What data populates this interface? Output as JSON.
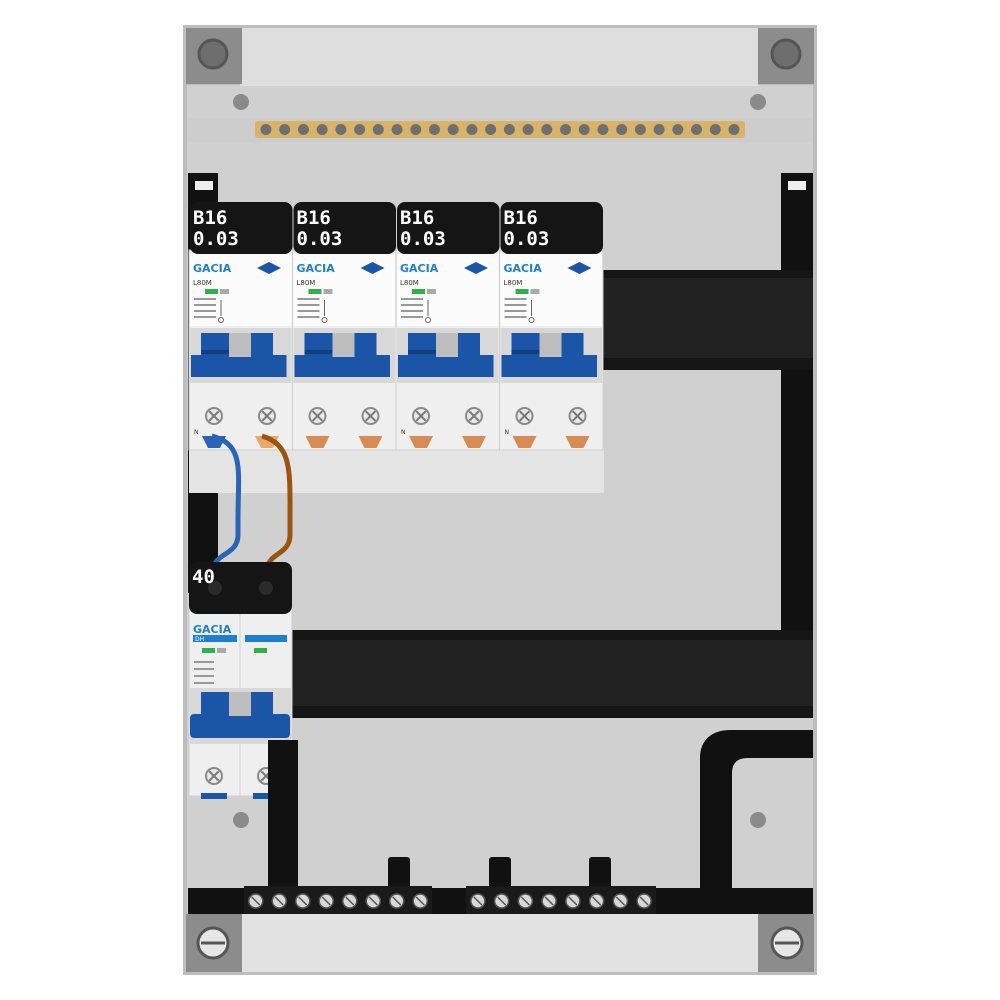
{
  "colors": {
    "enclosure": "#d2d2d2",
    "rail": "#111111",
    "brass": "#d7b46a",
    "breaker_blue": "#1b55a8",
    "wire_blue": "#2a64b8",
    "wire_brown": "#9a5412",
    "copper": "#d98b55",
    "indicator_green": "#2fb14a"
  },
  "rcbos": [
    {
      "rating": "B16",
      "sensitivity": "0.03",
      "brand": "GACIA",
      "model": "L80M",
      "neutral_mark": "N"
    },
    {
      "rating": "B16",
      "sensitivity": "0.03",
      "brand": "GACIA",
      "model": "L80M",
      "neutral_mark": ""
    },
    {
      "rating": "B16",
      "sensitivity": "0.03",
      "brand": "GACIA",
      "model": "L80M",
      "neutral_mark": "N"
    },
    {
      "rating": "B16",
      "sensitivity": "0.03",
      "brand": "GACIA",
      "model": "L80M",
      "neutral_mark": "N"
    }
  ],
  "main_switch": {
    "rating": "40",
    "brand": "GACIA",
    "model": "DH"
  },
  "bottom_terminals_per_group": 8,
  "top_bar_terminals": 26
}
